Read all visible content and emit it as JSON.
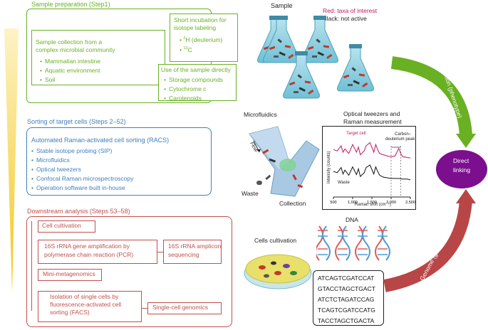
{
  "colors": {
    "green": "#6ab023",
    "blue": "#3f7fbf",
    "red": "#c0504d",
    "purple": "#7b0f8e",
    "arrow_green": "#6ab023",
    "arrow_red": "#b94646",
    "funnel_yellow": "#f4d34a"
  },
  "step1": {
    "title": "Sample preparation (Step1)",
    "collection_title_1": "Sample collection from a",
    "collection_title_2": "complex microbial community",
    "collection_items": [
      "Mammalian intestine",
      "Aquatic environment",
      "Soil"
    ],
    "incubation_title_1": "Short incubation for",
    "incubation_title_2": "isotope labeling",
    "isotope_1_mass": "2",
    "isotope_1_text": "H (deuterium)",
    "isotope_2_mass": "13",
    "isotope_2_text": "C",
    "direct_title": "Use of the sample directly",
    "direct_items": [
      "Storage compounds",
      "Cytochrome c",
      "Carotenoids"
    ]
  },
  "step2": {
    "title": "Sorting of target cells (Steps 2–52)",
    "subtitle": "Automated Raman-activated cell sorting (RACS)",
    "items": [
      "Stable isotope probing (SIP)",
      "Microfluidics",
      "Optical tweezers",
      "Confocal Raman microspectroscopy",
      "Operation software built in-house"
    ]
  },
  "step3": {
    "title": "Downstream analysis (Steps 53–58)",
    "cell_cultivation": "Cell cultivation",
    "pcr_1": "16S rRNA gene amplification by",
    "pcr_2": "polymerase chain reaction (PCR)",
    "amplicon_1": "16S rRNA amplicon",
    "amplicon_2": "sequencing",
    "minimeta": "Mini-metagenomics",
    "facs_1": "Isolation of single cells by",
    "facs_2": "fluorescence-activated cell",
    "facs_3": "sorting (FACS)",
    "single_cell": "Single-cell genomics"
  },
  "right": {
    "sample_label": "Sample",
    "legend_red": "Red: taxa of interest",
    "legend_black": "Black: not active",
    "microfluidics_label": "Microfluidics",
    "flow_label": "Flow",
    "waste_label": "Waste",
    "collection_label": "Collection",
    "raman_title_1": "Optical tweezers and",
    "raman_title_2": "Raman measurement",
    "dna_label": "DNA",
    "cells_cultivation_label": "Cells cultivation",
    "function_label": "Function (phenotype)",
    "genome_label": "Genome (genotype)",
    "direct_linking_1": "Direct",
    "direct_linking_2": "linking",
    "dna_sequences": [
      "ATCAGTCGATCCAT",
      "GTACCTAGCTGACT",
      "ATCTCTAGATCCAG",
      "TCAGTCGATCCATG",
      "TACCTAGCTGACTA"
    ]
  },
  "chart_data": {
    "type": "line",
    "xlabel": "Raman shift (cm⁻¹)",
    "ylabel": "Intensity (counts)",
    "xlim": [
      500,
      2500
    ],
    "xticks": [
      "500",
      "1,000",
      "1,500",
      "2,000",
      "2,500"
    ],
    "annotations": [
      "Carbon–",
      "deuterium peak"
    ],
    "series": [
      {
        "name": "Target cell",
        "color": "#c2185b",
        "x": [
          500,
          600,
          700,
          750,
          800,
          900,
          1000,
          1100,
          1150,
          1200,
          1300,
          1350,
          1450,
          1550,
          1600,
          1650,
          1700,
          1800,
          1900,
          2000,
          2100,
          2150,
          2200,
          2250,
          2300,
          2400,
          2500
        ],
        "y": [
          0.74,
          0.72,
          0.8,
          0.7,
          0.75,
          0.68,
          0.82,
          0.7,
          0.78,
          0.66,
          0.72,
          0.8,
          0.85,
          0.7,
          0.82,
          0.74,
          0.68,
          0.66,
          0.64,
          0.63,
          0.64,
          0.7,
          0.76,
          0.68,
          0.63,
          0.62,
          0.61
        ]
      },
      {
        "name": "Waste",
        "color": "#111111",
        "x": [
          500,
          600,
          700,
          750,
          800,
          900,
          1000,
          1100,
          1150,
          1200,
          1300,
          1350,
          1450,
          1550,
          1600,
          1650,
          1700,
          1800,
          1900,
          2000,
          2100,
          2200,
          2300,
          2400,
          2500
        ],
        "y": [
          0.4,
          0.38,
          0.46,
          0.36,
          0.42,
          0.34,
          0.47,
          0.35,
          0.44,
          0.32,
          0.38,
          0.46,
          0.5,
          0.36,
          0.47,
          0.4,
          0.34,
          0.31,
          0.3,
          0.29,
          0.29,
          0.29,
          0.28,
          0.28,
          0.27
        ]
      }
    ]
  }
}
